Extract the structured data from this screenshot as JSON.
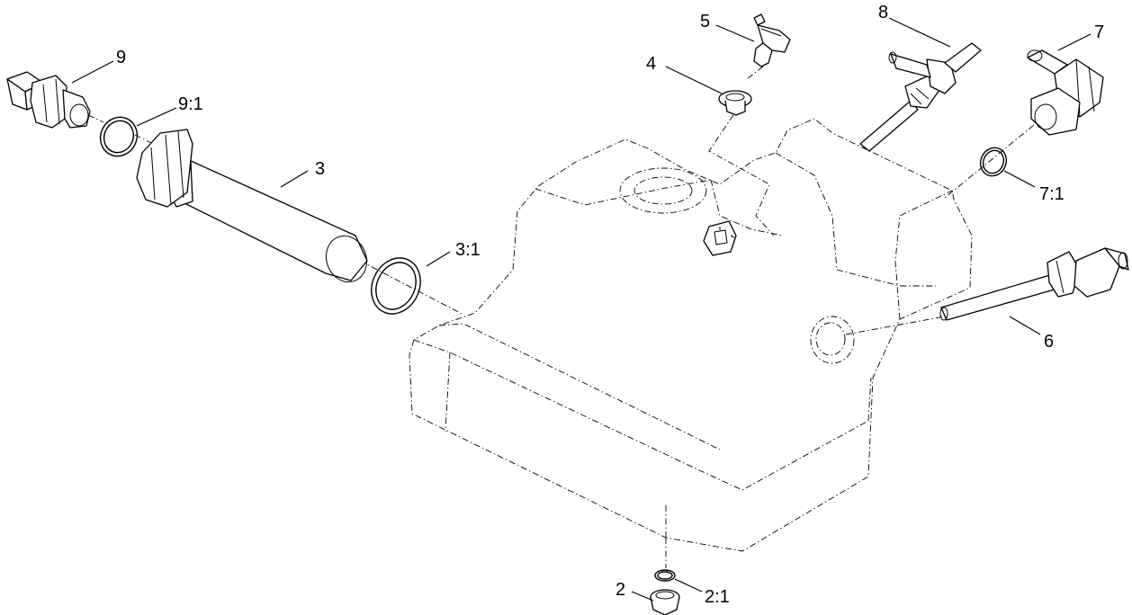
{
  "diagram": {
    "type": "exploded-parts-view",
    "callouts": {
      "c2": "2",
      "c2_1": "2:1",
      "c3": "3",
      "c3_1": "3:1",
      "c4": "4",
      "c5": "5",
      "c6": "6",
      "c7": "7",
      "c7_1": "7:1",
      "c8": "8",
      "c9": "9",
      "c9_1": "9:1"
    },
    "colors": {
      "line": "#000000",
      "background": "#ffffff"
    }
  }
}
